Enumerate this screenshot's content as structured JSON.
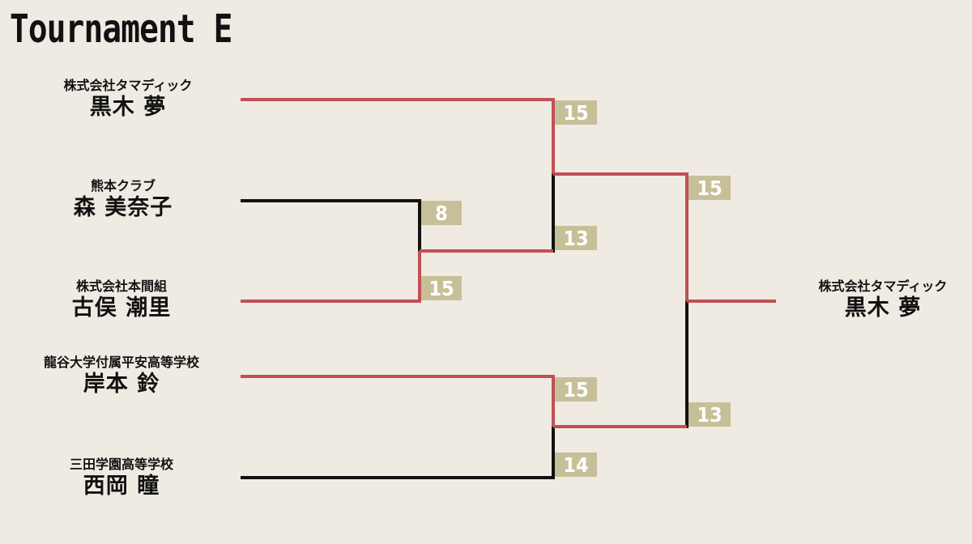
{
  "title": "Tournament E",
  "colors": {
    "background": "#efebe2",
    "winner_line": "#c05055",
    "loser_line": "#111111",
    "score_box": "#c7bf98",
    "score_text": "#ffffff"
  },
  "entries": [
    {
      "team": "株式会社タマディック",
      "player": "黒木 夢"
    },
    {
      "team": "熊本クラブ",
      "player": "森 美奈子"
    },
    {
      "team": "株式会社本間組",
      "player": "古俣 潮里"
    },
    {
      "team": "龍谷大学付属平安高等学校",
      "player": "岸本 鈴"
    },
    {
      "team": "三田学園高等学校",
      "player": "西岡 瞳"
    }
  ],
  "matches": [
    {
      "round": 1,
      "scores": [
        "8",
        "15"
      ],
      "winner": "古俣 潮里"
    },
    {
      "round": 2,
      "scores": [
        "15",
        "13"
      ],
      "winner": "黒木 夢"
    },
    {
      "round": 2,
      "scores": [
        "15",
        "14"
      ],
      "winner": "岸本 鈴"
    },
    {
      "round": 3,
      "scores": [
        "15",
        "13"
      ],
      "winner": "黒木 夢"
    }
  ],
  "champion": {
    "team": "株式会社タマディック",
    "player": "黒木 夢"
  }
}
